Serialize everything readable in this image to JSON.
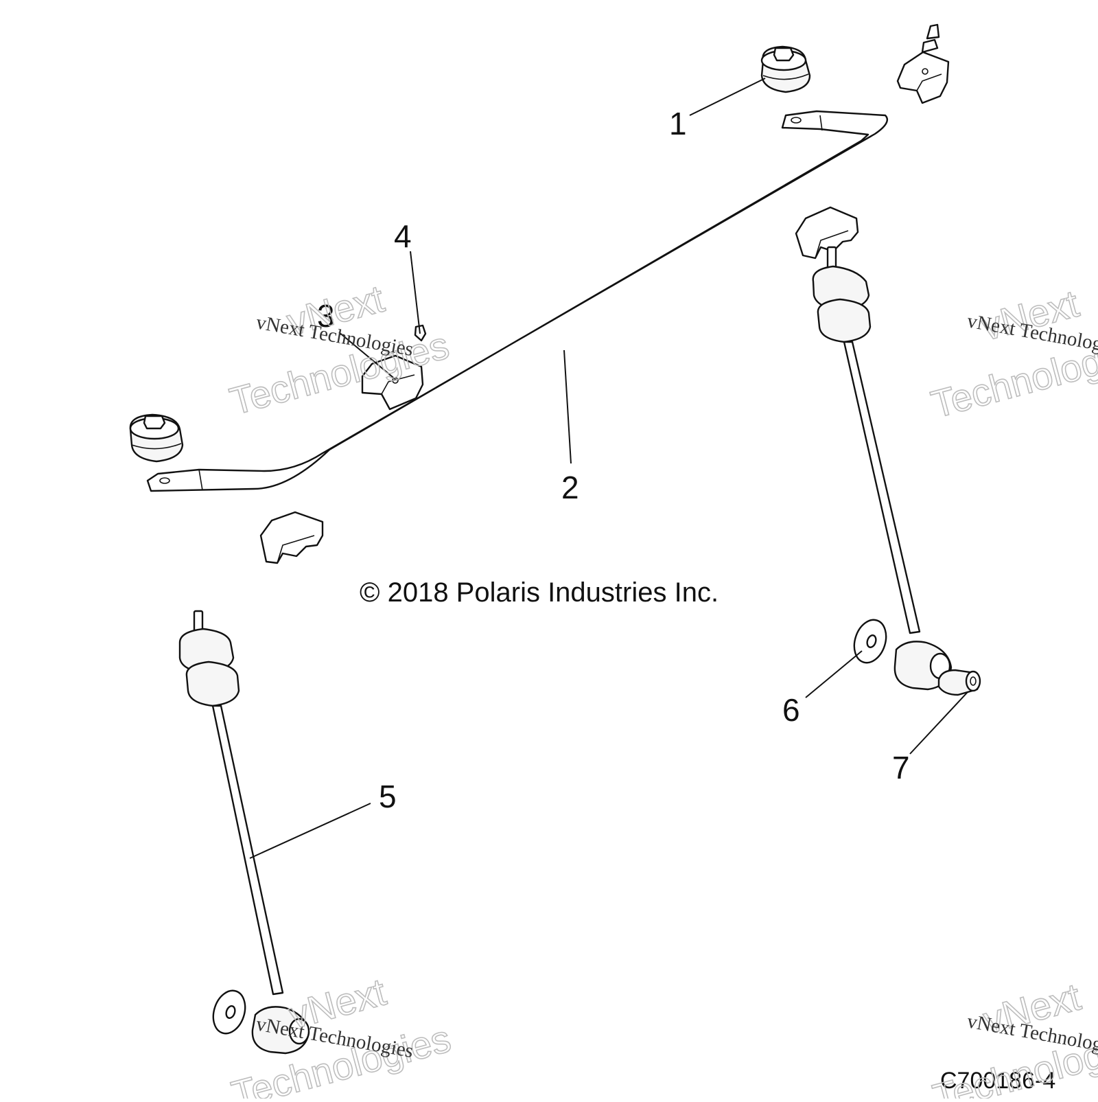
{
  "diagram": {
    "callouts": [
      "1",
      "2",
      "3",
      "4",
      "5",
      "6",
      "7"
    ],
    "copyright": "© 2018 Polaris Industries Inc.",
    "figure_id": "C700186-4",
    "watermark": {
      "script": "vNext Technologies",
      "outline_line1": "vNext",
      "outline_line2": "Technologies"
    },
    "colors": {
      "line": "#111111",
      "fill": "#ffffff",
      "watermark": "#bdbdbd"
    }
  }
}
